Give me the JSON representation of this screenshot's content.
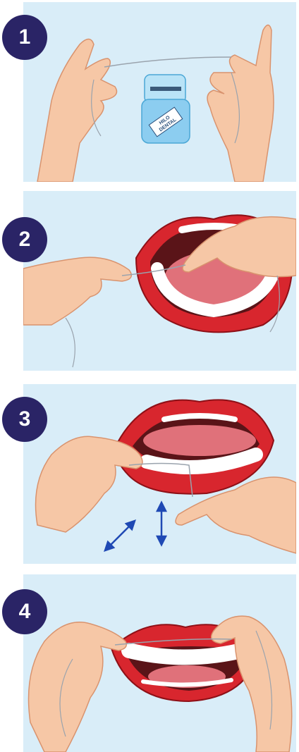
{
  "steps": [
    {
      "number": "1",
      "image": "floss-dispenser-and-hands-illustration",
      "dispenser_label": "HILO DENTAL"
    },
    {
      "number": "2",
      "image": "open-mouth-floss-between-lower-teeth-illustration"
    },
    {
      "number": "3",
      "image": "floss-guided-between-upper-teeth-illustration"
    },
    {
      "number": "4",
      "image": "smiling-mouth-flossing-front-teeth-illustration"
    }
  ],
  "colors": {
    "badge": "#2a2466",
    "panel_bg": "#d9edf8",
    "skin": "#f6c7a6",
    "lips": "#d8262e",
    "tongue": "#e0717a",
    "arrow": "#1f49b4",
    "dispenser": "#8ccdf0"
  }
}
